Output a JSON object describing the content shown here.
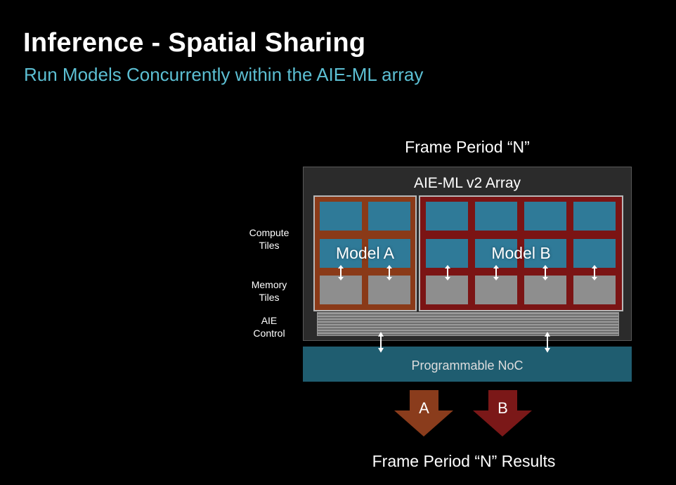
{
  "title": "Inference - Spatial Sharing",
  "subtitle": "Run Models Concurrently within the AIE-ML array",
  "diagram": {
    "frame_label": "Frame Period “N”",
    "array_label": "AIE-ML v2 Array",
    "model_a": "Model A",
    "model_b": "Model B",
    "side_labels": {
      "compute": [
        "Compute",
        "Tiles"
      ],
      "memory": [
        "Memory",
        "Tiles"
      ],
      "control": [
        "AIE",
        "Control"
      ]
    },
    "noc_label": "Programmable NoC",
    "output_a": "A",
    "output_b": "B",
    "results_label": "Frame Period “N” Results",
    "colors": {
      "model_a": "#8a3a18",
      "model_b": "#7b1414",
      "compute_tile": "#2f7a98",
      "memory_tile": "#8e8e8e",
      "noc": "#1f5d70",
      "subtitle": "#5cbfd3"
    }
  }
}
